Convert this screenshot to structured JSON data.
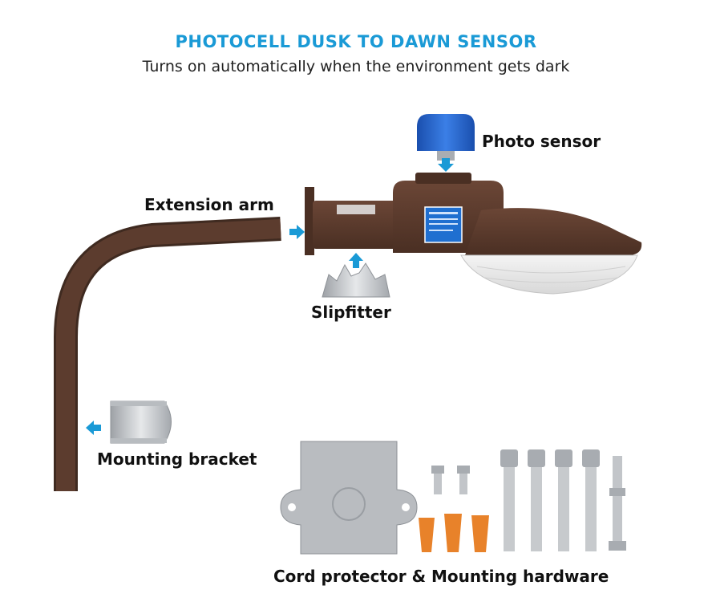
{
  "header": {
    "title": "PHOTOCELL DUSK TO DAWN SENSOR",
    "subtitle": "Turns on automatically when the environment gets dark"
  },
  "labels": {
    "photo_sensor": "Photo sensor",
    "extension_arm": "Extension arm",
    "slipfitter": "Slipfitter",
    "mounting_bracket": "Mounting bracket",
    "hardware": "Cord protector & Mounting hardware"
  },
  "colors": {
    "title": "#1a9ad6",
    "arrow": "#1a9ad6",
    "body_bronze": "#5a3a2c",
    "sensor_blue": "#1f5fc8",
    "metal": "#c9ccd0",
    "wire_nut": "#e8822a"
  }
}
